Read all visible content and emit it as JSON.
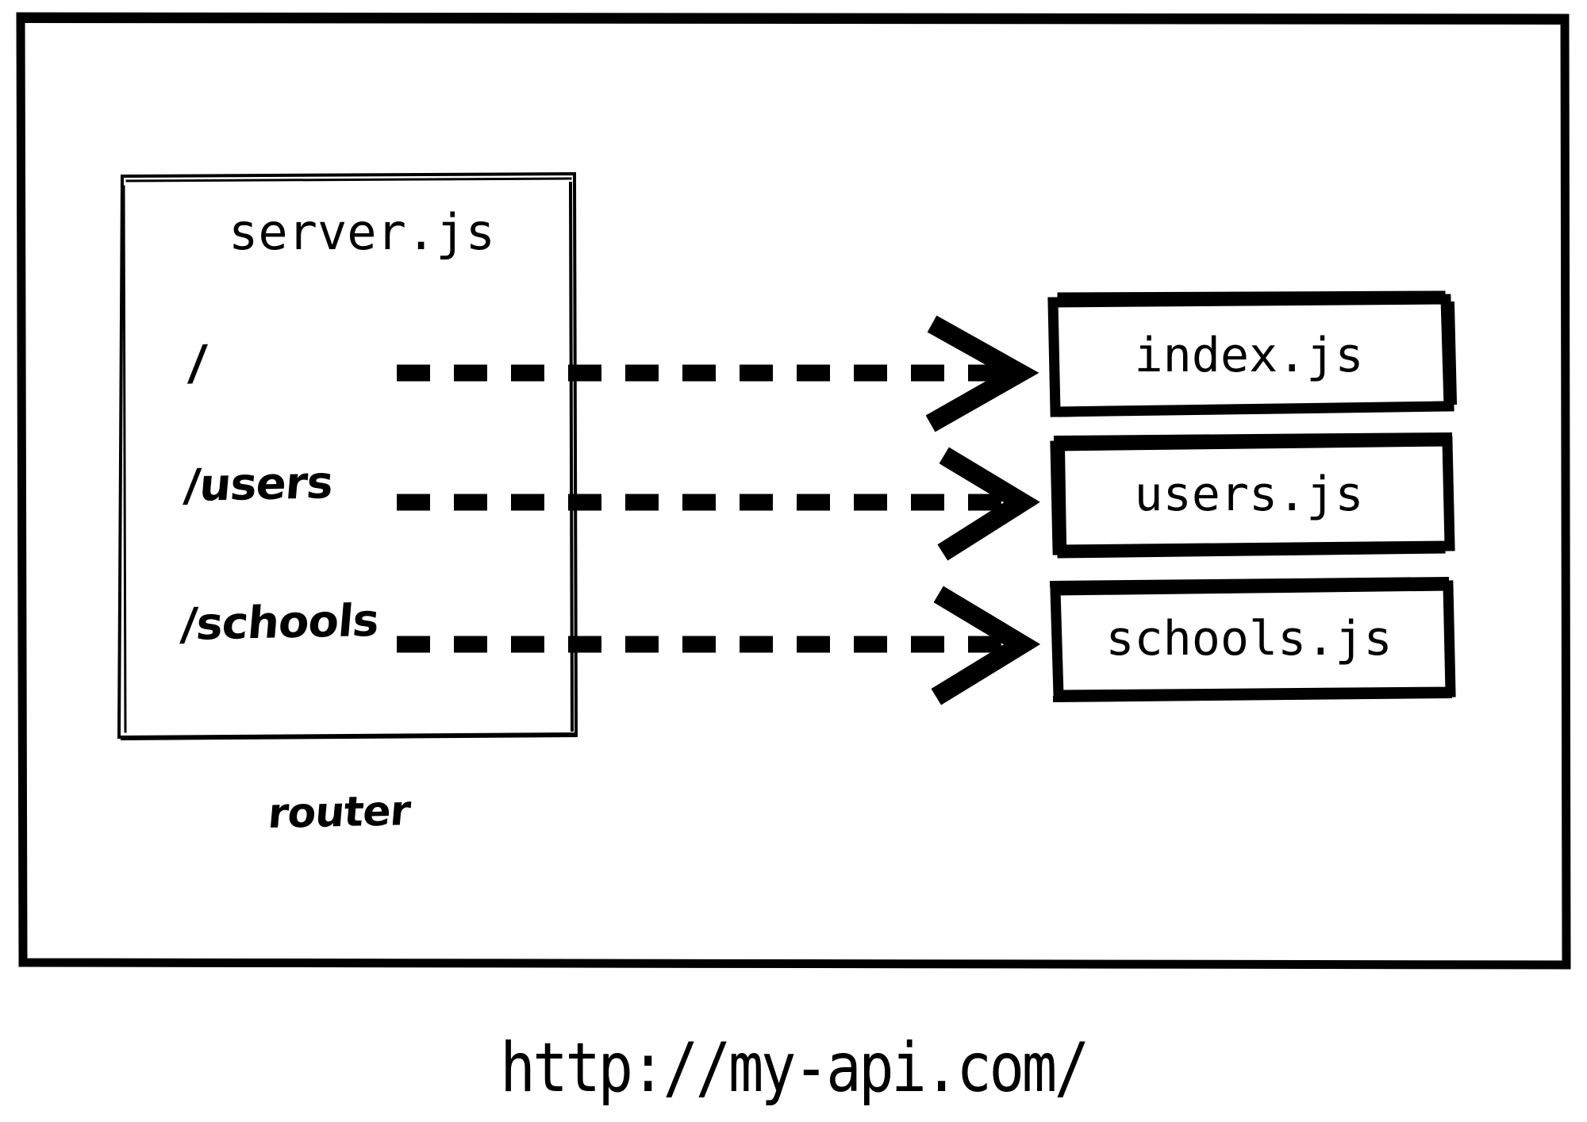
{
  "diagram": {
    "title_caption": "http://my-api.com/",
    "router_box": {
      "title": "server.js",
      "footer_label": "router",
      "routes": [
        {
          "path": "/"
        },
        {
          "path": "/users"
        },
        {
          "path": "/schools"
        }
      ]
    },
    "handlers": [
      {
        "file": "index.js"
      },
      {
        "file": "users.js"
      },
      {
        "file": "schools.js"
      }
    ],
    "connections": [
      {
        "from": "/",
        "to": "index.js",
        "style": "dashed-arrow"
      },
      {
        "from": "/users",
        "to": "users.js",
        "style": "dashed-arrow"
      },
      {
        "from": "/schools",
        "to": "schools.js",
        "style": "dashed-arrow"
      }
    ],
    "colors": {
      "stroke": "#000000",
      "background": "#ffffff"
    }
  }
}
